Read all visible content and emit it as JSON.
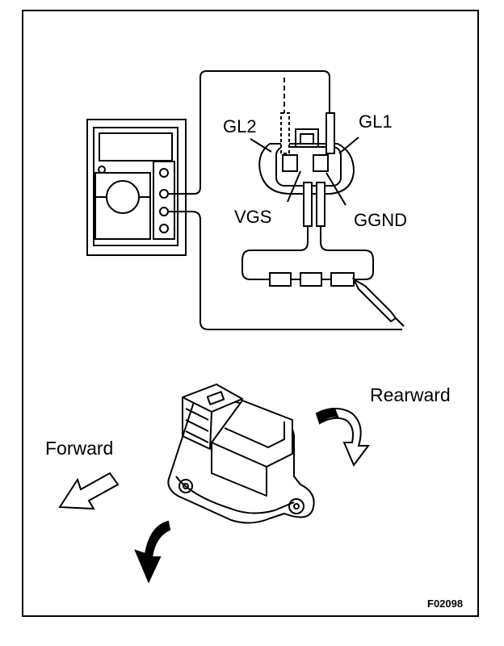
{
  "labels": {
    "gl2": "GL2",
    "gl1": "GL1",
    "vgs": "VGS",
    "ggnd": "GGND",
    "rearward": "Rearward",
    "forward": "Forward",
    "figure_code": "F02098"
  },
  "icons": {
    "meter": "multimeter-icon",
    "connector": "sensor-connector-icon",
    "sensor": "yaw-rate-sensor-icon",
    "resistor": "resistor-icon",
    "probe": "probe-icon"
  }
}
